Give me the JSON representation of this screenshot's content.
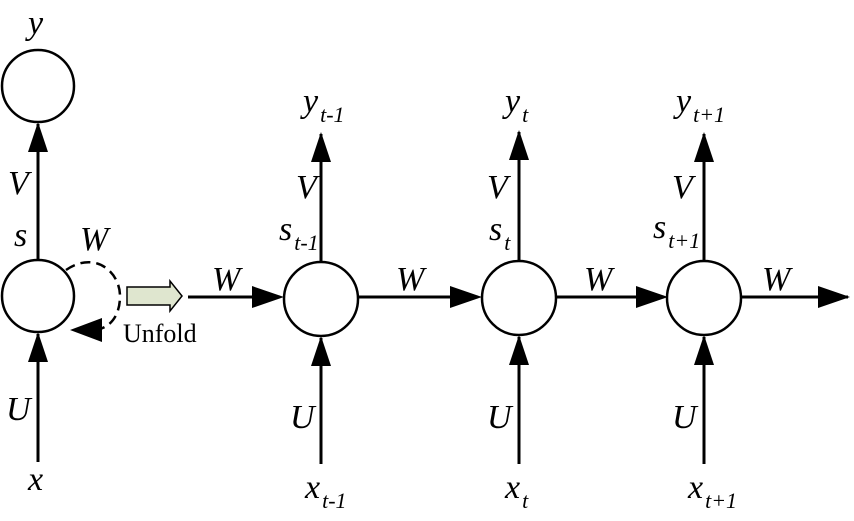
{
  "folded": {
    "output": "y",
    "input": "x",
    "state": "s",
    "weight_in": "U",
    "weight_out": "V",
    "weight_recurrent": "W"
  },
  "unfold_label": "Unfold",
  "unfolded": {
    "recurrent_weight": "W",
    "steps": [
      {
        "output": "y",
        "output_sub": "t-1",
        "state": "s",
        "state_sub": "t-1",
        "input": "x",
        "input_sub": "t-1",
        "weight_in": "U",
        "weight_out": "V"
      },
      {
        "output": "y",
        "output_sub": "t",
        "state": "s",
        "state_sub": "t",
        "input": "x",
        "input_sub": "t",
        "weight_in": "U",
        "weight_out": "V"
      },
      {
        "output": "y",
        "output_sub": "t+1",
        "state": "s",
        "state_sub": "t+1",
        "input": "x",
        "input_sub": "t+1",
        "weight_in": "U",
        "weight_out": "V"
      }
    ]
  }
}
